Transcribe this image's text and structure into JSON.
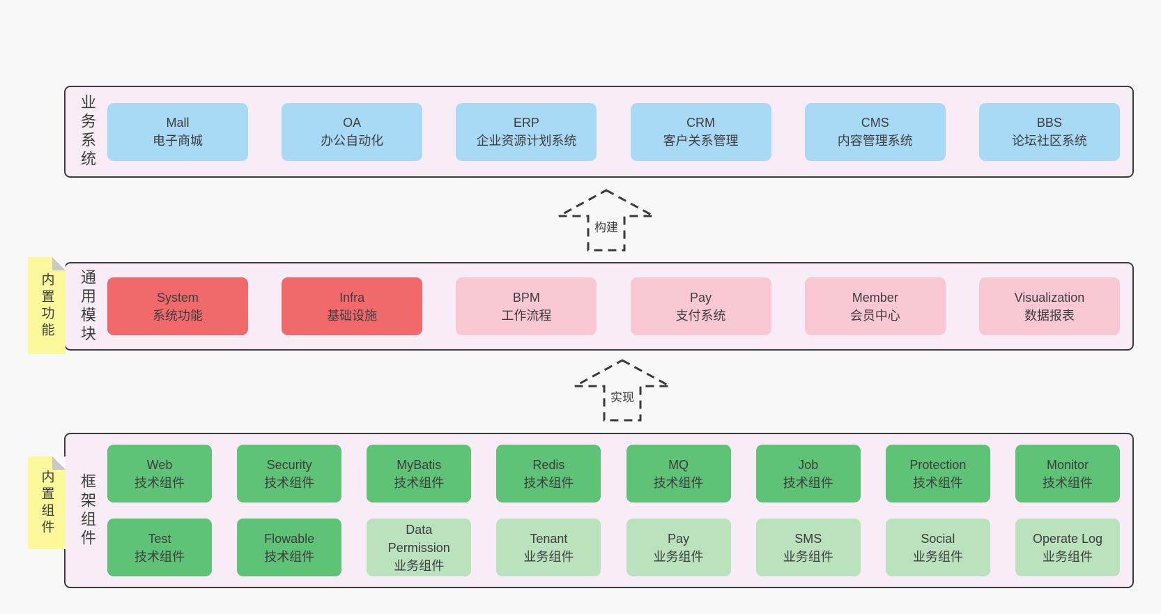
{
  "palette": {
    "canvas_bg": "#f8f8f8",
    "band_bg": "#f8edf6",
    "band_border": "#3a3a3a",
    "blue": "#a8daf5",
    "red": "#f2696c",
    "pink": "#f9c8d2",
    "green": "#5ec377",
    "green_light": "#b9e2bd",
    "sticky_yellow": "#fbf99c",
    "sticky_fold": "#c9c9c9",
    "text": "#3d3d3d"
  },
  "bands": [
    {
      "id": "business",
      "label": "业务系统",
      "note": "",
      "rows": [
        [
          {
            "en": "Mall",
            "zh": "电子商城",
            "type": "blue"
          },
          {
            "en": "OA",
            "zh": "办公自动化",
            "type": "blue"
          },
          {
            "en": "ERP",
            "zh": "企业资源计划系统",
            "type": "blue"
          },
          {
            "en": "CRM",
            "zh": "客户关系管理",
            "type": "blue"
          },
          {
            "en": "CMS",
            "zh": "内容管理系统",
            "type": "blue"
          },
          {
            "en": "BBS",
            "zh": "论坛社区系统",
            "type": "blue"
          }
        ]
      ]
    },
    {
      "id": "modules",
      "label": "通用模块",
      "note": "内置功能",
      "rows": [
        [
          {
            "en": "System",
            "zh": "系统功能",
            "type": "red"
          },
          {
            "en": "Infra",
            "zh": "基础设施",
            "type": "red"
          },
          {
            "en": "BPM",
            "zh": "工作流程",
            "type": "pink"
          },
          {
            "en": "Pay",
            "zh": "支付系统",
            "type": "pink"
          },
          {
            "en": "Member",
            "zh": "会员中心",
            "type": "pink"
          },
          {
            "en": "Visualization",
            "zh": "数据报表",
            "type": "pink"
          }
        ]
      ]
    },
    {
      "id": "framework",
      "label": "框架组件",
      "note": "内置组件",
      "rows": [
        [
          {
            "en": "Web",
            "zh": "技术组件",
            "type": "green"
          },
          {
            "en": "Security",
            "zh": "技术组件",
            "type": "green"
          },
          {
            "en": "MyBatis",
            "zh": "技术组件",
            "type": "green"
          },
          {
            "en": "Redis",
            "zh": "技术组件",
            "type": "green"
          },
          {
            "en": "MQ",
            "zh": "技术组件",
            "type": "green"
          },
          {
            "en": "Job",
            "zh": "技术组件",
            "type": "green"
          },
          {
            "en": "Protection",
            "zh": "技术组件",
            "type": "green"
          },
          {
            "en": "Monitor",
            "zh": "技术组件",
            "type": "green"
          }
        ],
        [
          {
            "en": "Test",
            "zh": "技术组件",
            "type": "green"
          },
          {
            "en": "Flowable",
            "zh": "技术组件",
            "type": "green"
          },
          {
            "en": "Data Permission",
            "zh": "业务组件",
            "type": "green-light"
          },
          {
            "en": "Tenant",
            "zh": "业务组件",
            "type": "green-light"
          },
          {
            "en": "Pay",
            "zh": "业务组件",
            "type": "green-light"
          },
          {
            "en": "SMS",
            "zh": "业务组件",
            "type": "green-light"
          },
          {
            "en": "Social",
            "zh": "业务组件",
            "type": "green-light"
          },
          {
            "en": "Operate Log",
            "zh": "业务组件",
            "type": "green-light"
          }
        ]
      ]
    }
  ],
  "arrows": [
    {
      "id": "build",
      "label": "构建"
    },
    {
      "id": "implement",
      "label": "实现"
    }
  ]
}
